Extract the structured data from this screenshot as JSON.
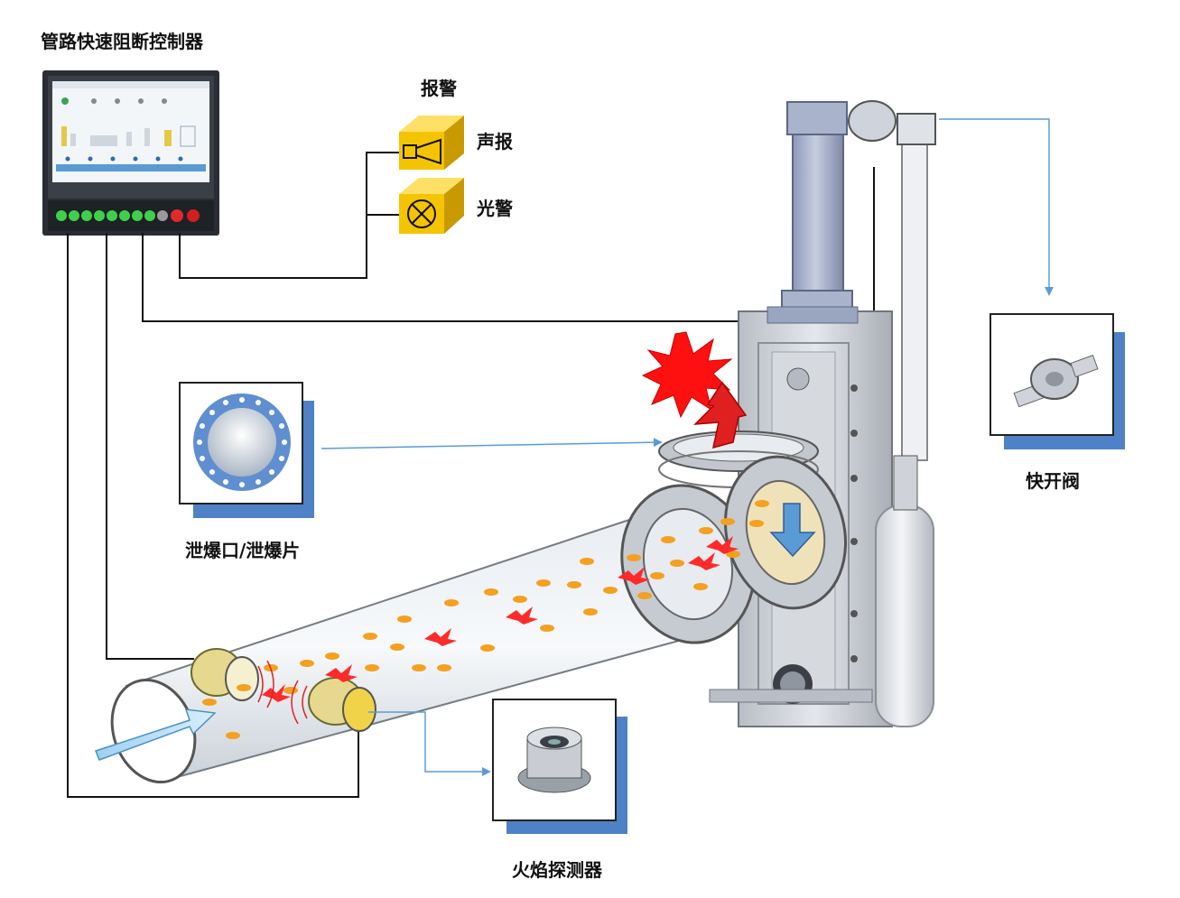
{
  "title": "管路快速阻断控制器",
  "alarm": {
    "group_label": "报警",
    "sound_label": "声报",
    "light_label": "光警"
  },
  "vent_label": "泄爆口/泄爆片",
  "quick_valve_label": "快开阀",
  "flame_detector_label": "火焰探测器",
  "colors": {
    "wire": "#111111",
    "arrow_line": "#5b9bd5",
    "card_shadow": "#4f81c7",
    "alarm_box": "#f5c400",
    "spark": "#ff2a2a",
    "particle": "#f4a020"
  }
}
